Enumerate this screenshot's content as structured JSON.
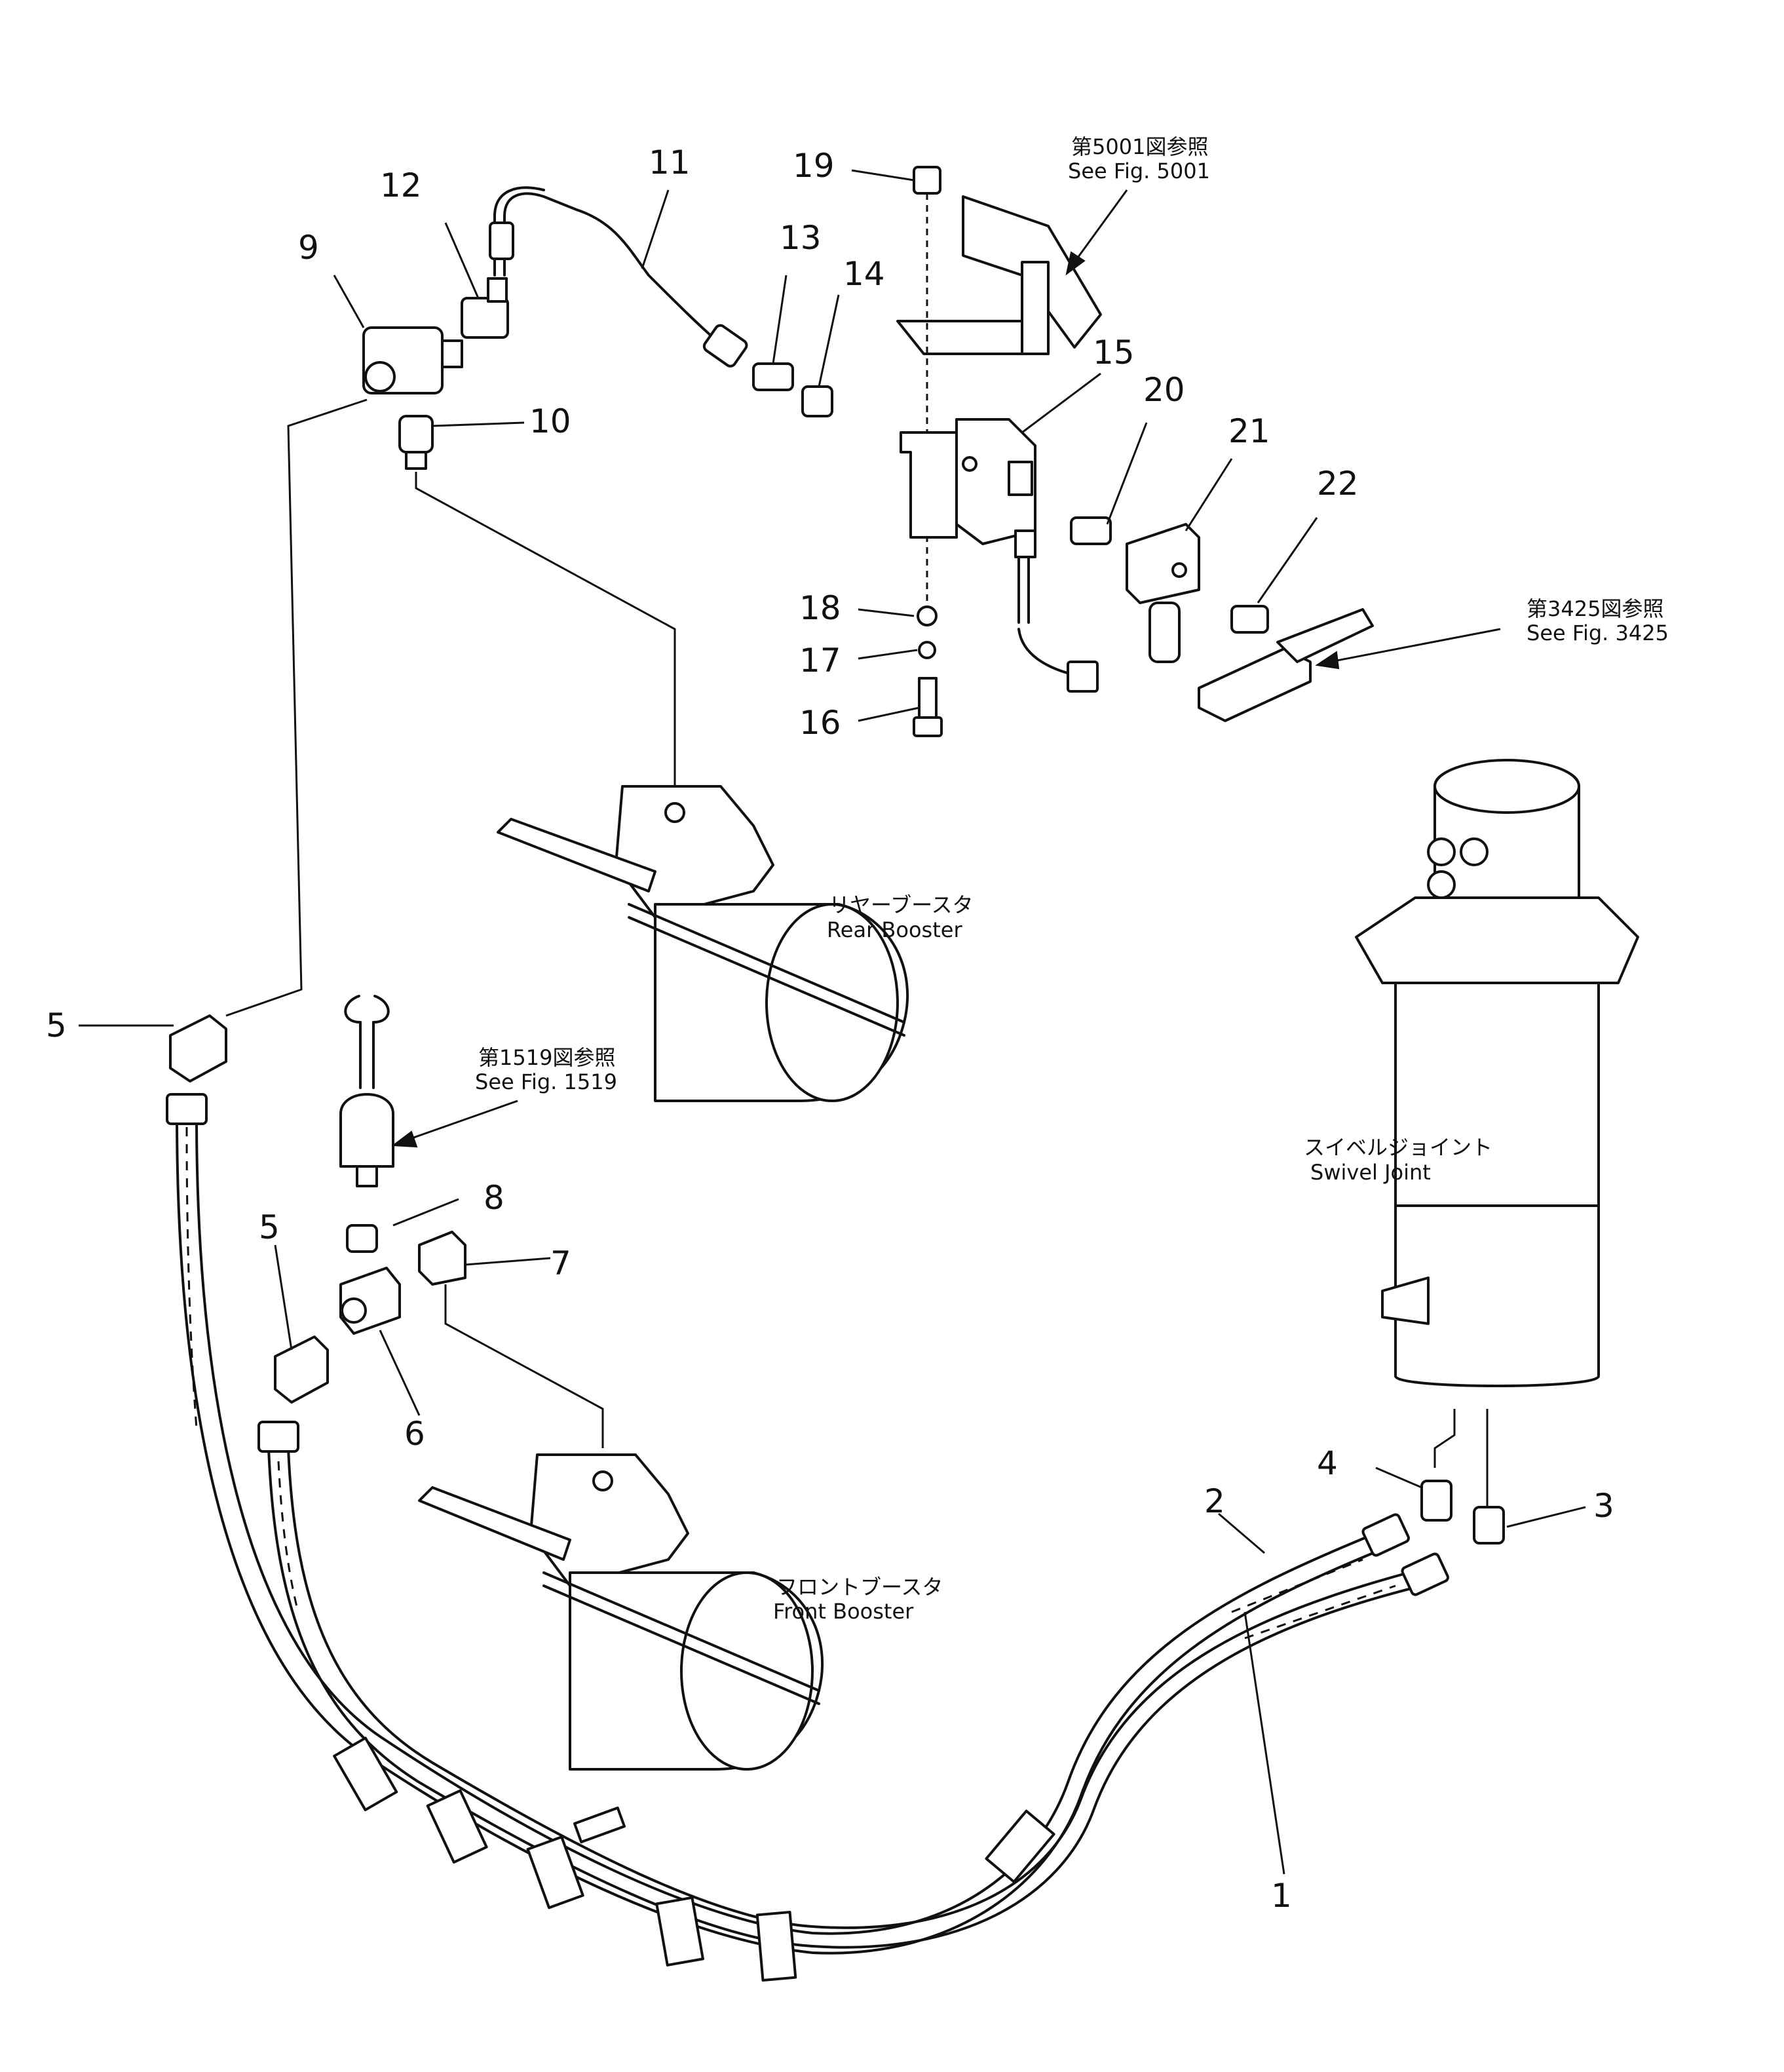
{
  "parts": [
    {
      "no": "1"
    },
    {
      "no": "2"
    },
    {
      "no": "3"
    },
    {
      "no": "4"
    },
    {
      "no": "5"
    },
    {
      "no": "5"
    },
    {
      "no": "6"
    },
    {
      "no": "7"
    },
    {
      "no": "8"
    },
    {
      "no": "9"
    },
    {
      "no": "10"
    },
    {
      "no": "11"
    },
    {
      "no": "12"
    },
    {
      "no": "13"
    },
    {
      "no": "14"
    },
    {
      "no": "15"
    },
    {
      "no": "16"
    },
    {
      "no": "17"
    },
    {
      "no": "18"
    },
    {
      "no": "19"
    },
    {
      "no": "20"
    },
    {
      "no": "21"
    },
    {
      "no": "22"
    }
  ],
  "references": {
    "fig5001": {
      "jp": "第5001図参照",
      "en": "See  Fig.  5001"
    },
    "fig3425": {
      "jp": "第3425図参照",
      "en": "See  Fig.  3425"
    },
    "fig1519": {
      "jp": "第1519図参照",
      "en": "See  Fig.  1519"
    }
  },
  "components": {
    "rear_booster": {
      "jp": "リヤーブースタ",
      "en": "Rear  Booster"
    },
    "front_booster": {
      "jp": "フロントブースタ",
      "en": "Front  Booster"
    },
    "swivel_joint": {
      "jp": "スイベルジョイント",
      "en": "Swivel  Joint"
    }
  }
}
